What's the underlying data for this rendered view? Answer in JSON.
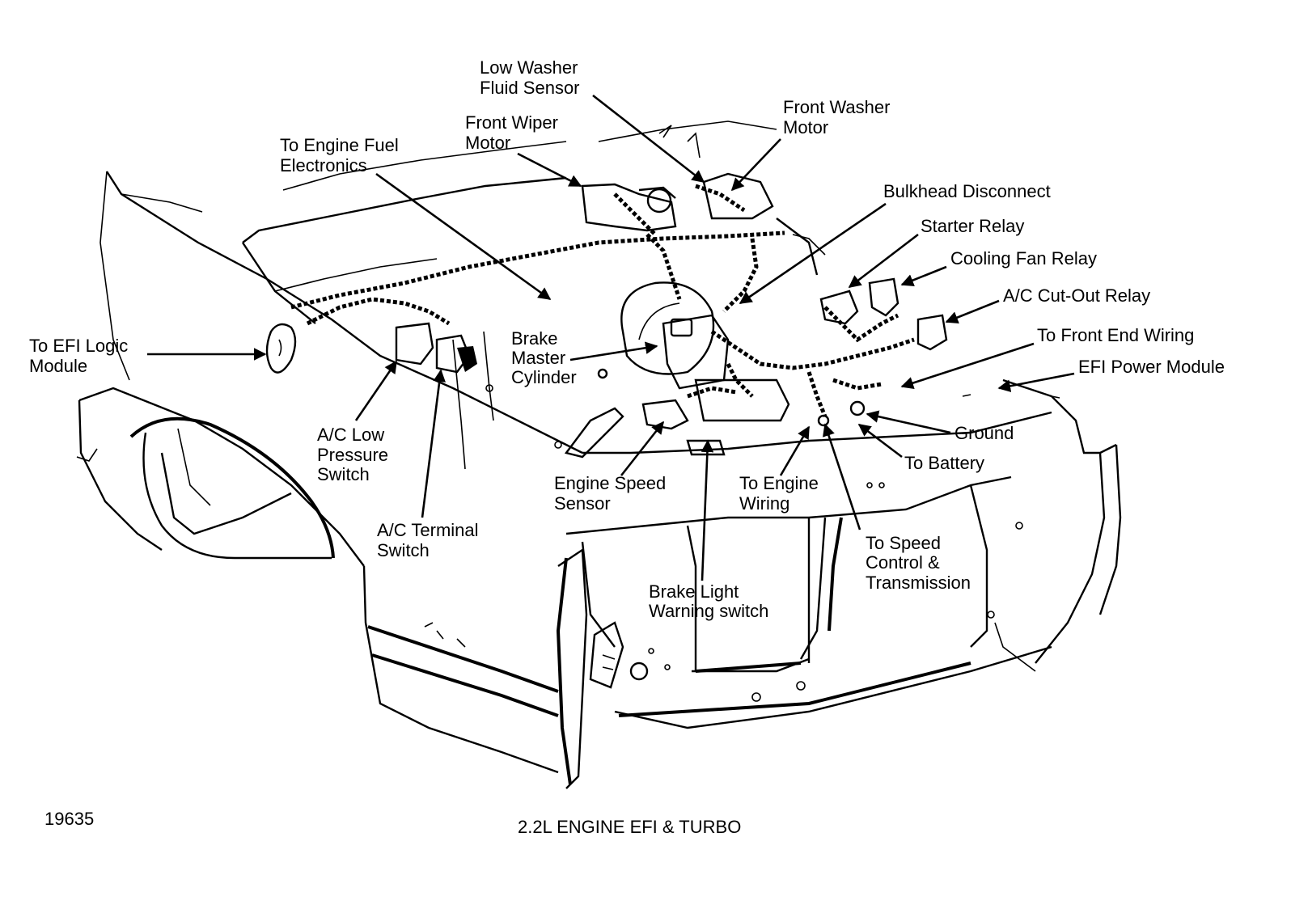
{
  "figure": {
    "title": "2.2L ENGINE EFI & TURBO",
    "figure_number": "19635"
  },
  "labels": {
    "low_washer_fluid_sensor": [
      "Low Washer",
      "Fluid Sensor"
    ],
    "front_washer_motor": [
      "Front Washer",
      "Motor"
    ],
    "front_wiper_motor": [
      "Front Wiper",
      "Motor"
    ],
    "to_engine_fuel_electronics": [
      "To Engine Fuel",
      "Electronics"
    ],
    "bulkhead_disconnect": [
      "Bulkhead Disconnect"
    ],
    "starter_relay": [
      "Starter Relay"
    ],
    "cooling_fan_relay": [
      "Cooling Fan Relay"
    ],
    "ac_cutout_relay": [
      "A/C Cut-Out Relay"
    ],
    "to_front_end_wiring": [
      "To Front End Wiring"
    ],
    "efi_power_module": [
      "EFI Power Module"
    ],
    "to_efi_logic_module": [
      "To EFI Logic",
      "Module"
    ],
    "brake_master_cylinder": [
      "Brake",
      "Master",
      "Cylinder"
    ],
    "ground": [
      "Ground"
    ],
    "to_battery": [
      "To Battery"
    ],
    "ac_low_pressure_switch": [
      "A/C Low",
      "Pressure",
      "Switch"
    ],
    "engine_speed_sensor": [
      "Engine Speed",
      "Sensor"
    ],
    "to_engine_wiring": [
      "To Engine",
      "Wiring"
    ],
    "ac_terminal_switch": [
      "A/C Terminal",
      "Switch"
    ],
    "to_speed_control_transmission": [
      "To Speed",
      "Control &",
      "Transmission"
    ],
    "brake_light_warning_switch": [
      "Brake Light",
      "Warning switch"
    ]
  }
}
